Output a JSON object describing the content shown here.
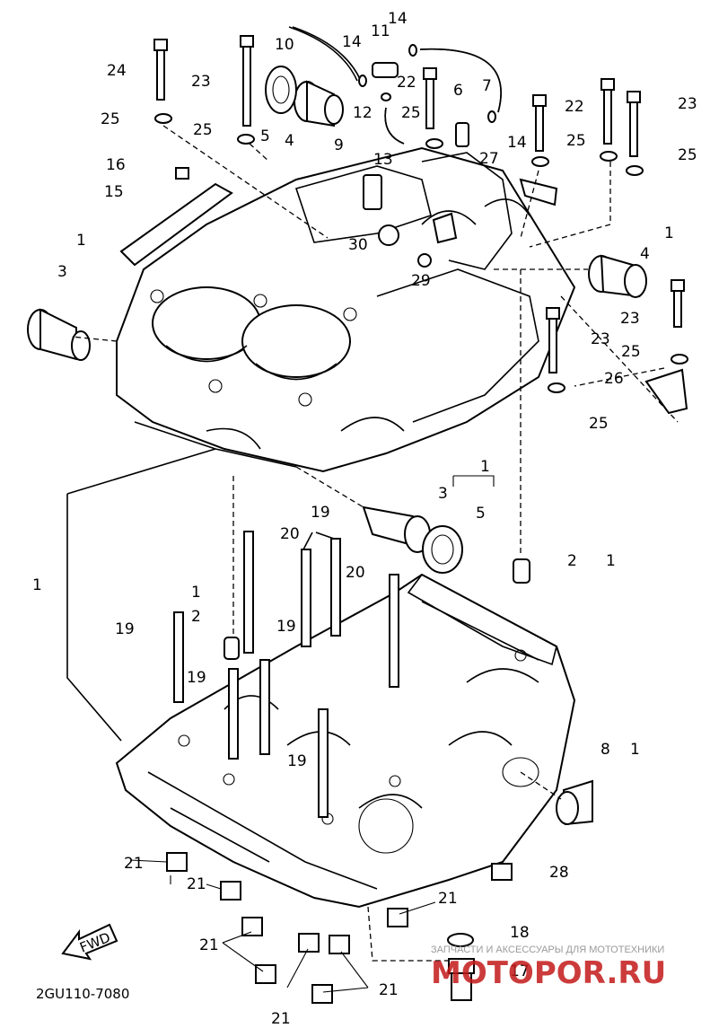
{
  "diagram": {
    "drawing_code": "2GU110-7080",
    "fwd_label": "FWD",
    "callouts": [
      "1",
      "2",
      "3",
      "4",
      "5",
      "7",
      "8",
      "9",
      "10",
      "11",
      "12",
      "13",
      "14",
      "15",
      "16",
      "17",
      "18",
      "19",
      "20",
      "21",
      "22",
      "23",
      "24",
      "25",
      "26",
      "27",
      "28",
      "29",
      "30"
    ]
  },
  "watermark": {
    "top_text": "ЗАПЧАСТИ И АКСЕССУАРЫ ДЛЯ МОТОТЕХНИКИ",
    "main_text": "MOTOPOR.RU",
    "color": "#c41a1a"
  }
}
